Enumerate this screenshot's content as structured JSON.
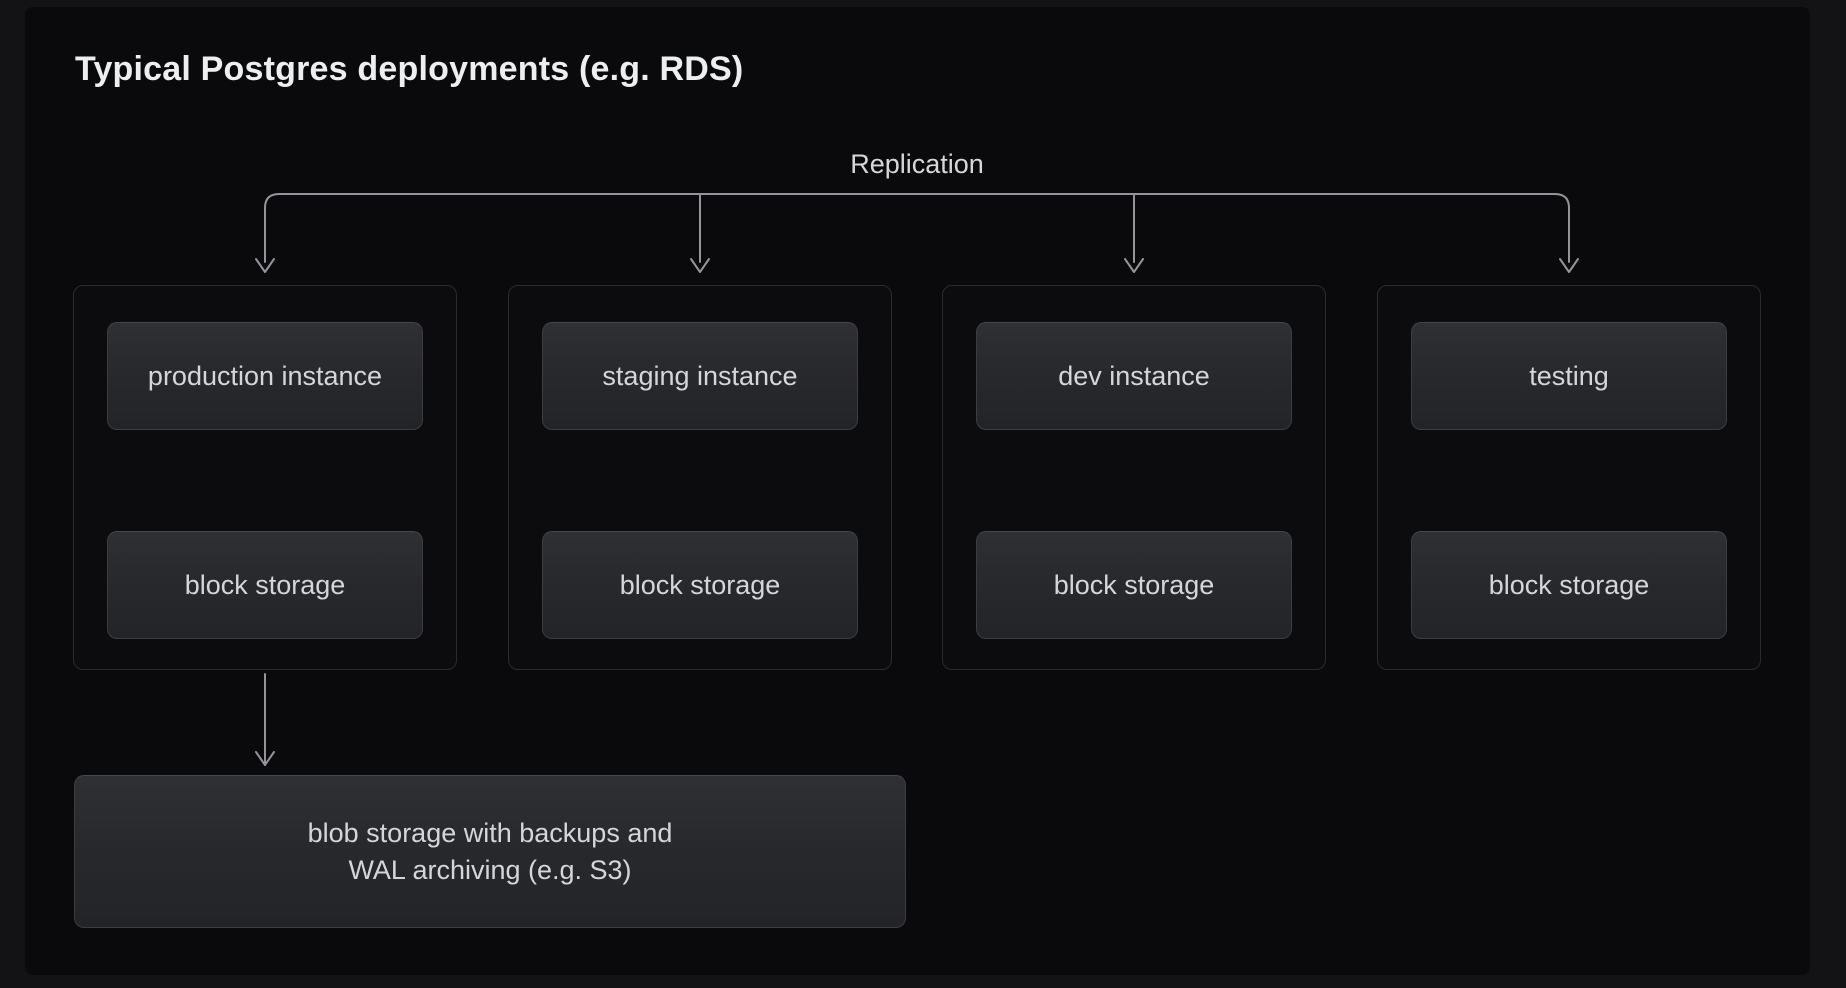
{
  "title": "Typical Postgres deployments (e.g. RDS)",
  "replication": {
    "label": "Replication"
  },
  "groups": [
    {
      "instance_label": "production instance",
      "storage_label": "block storage"
    },
    {
      "instance_label": "staging instance",
      "storage_label": "block storage"
    },
    {
      "instance_label": "dev instance",
      "storage_label": "block storage"
    },
    {
      "instance_label": "testing",
      "storage_label": "block storage"
    }
  ],
  "blob_storage": {
    "line1": "blob storage with backups and",
    "line2": "WAL archiving (e.g. S3)"
  },
  "colors": {
    "page_background": "#131316",
    "panel_background": "#0a0a0c",
    "group_border": "#2a2b2e",
    "node_fill_top": "#2f3034",
    "node_fill_bottom": "#232428",
    "node_border": "#3c3d41",
    "arrow": "#94959a",
    "node_text": "#d5d6d9",
    "title_text": "#edeef0"
  }
}
